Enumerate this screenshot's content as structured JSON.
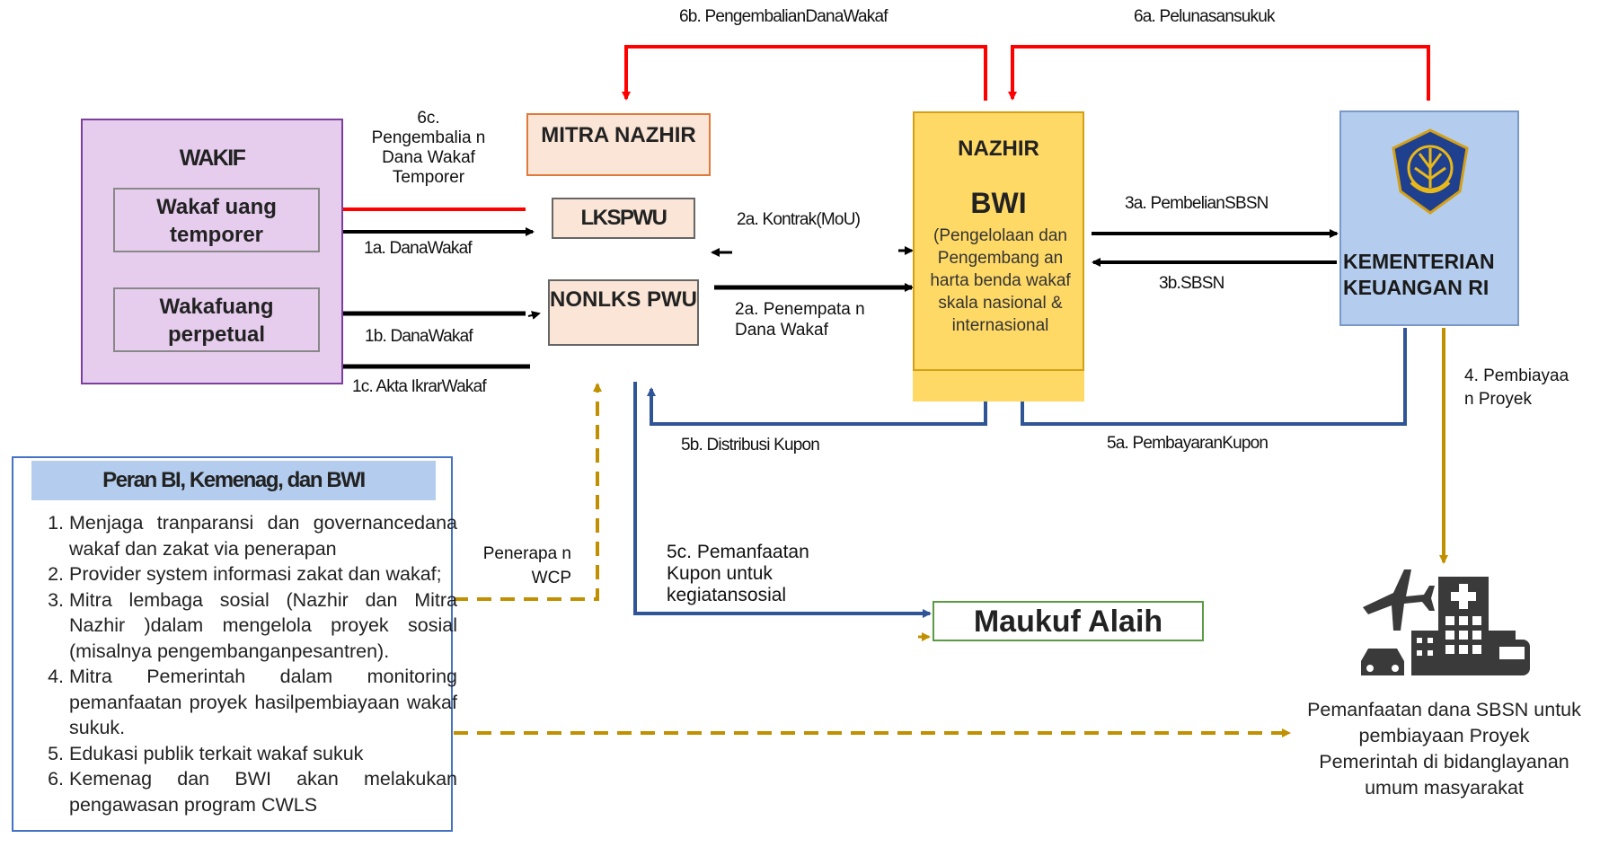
{
  "wakif": {
    "title": "WAKIF",
    "temporer": "Wakaf uang temporer",
    "perpetual": "Wakafuang perpetual"
  },
  "mitra_nazhir": {
    "title": "MITRA NAZHIR"
  },
  "lkspwu": {
    "label": "LKSPWU"
  },
  "nonlks": {
    "label": "NONLKS PWU"
  },
  "nazhir": {
    "title": "NAZHIR",
    "bwi": "BWI",
    "desc": "(Pengelolaan dan Pengembang an harta benda wakaf skala nasional & internasional"
  },
  "kemenkeu": {
    "title": "KEMENTERIAN KEUANGAN RI",
    "emblem": "kemenkeu-emblem-icon"
  },
  "flows": {
    "f6b": "6b. PengembalianDanaWakaf",
    "f6a": "6a. Pelunasansukuk",
    "f6c": "6c. Pengembalia n Dana Wakaf Temporer",
    "f1a": "1a. DanaWakaf",
    "f1b": "1b. DanaWakaf",
    "f1c": "1c. Akta IkrarWakaf",
    "f2a_kontrak": "2a. Kontrak(MoU)",
    "f2a_penempatan": "2a. Penempata n Dana Wakaf",
    "f3a": "3a. PembelianSBSN",
    "f3b": "3b.SBSN",
    "f4": "4. Pembiayaa n Proyek",
    "f5a": "5a. PembayaranKupon",
    "f5b": "5b. Distribusi Kupon",
    "f5c": "5c. Pemanfaatan Kupon untuk kegiatansosial",
    "wcp": "Penerapa n WCP"
  },
  "peran": {
    "title": "Peran BI, Kemenag, dan BWI",
    "items": [
      "Menjaga tranparansi dan governancedana  wakaf dan zakat via penerapan",
      "Provider system informasi zakat dan wakaf;",
      "Mitra lembaga sosial (Nazhir dan Mitra Nazhir )dalam mengelola proyek sosial (misalnya pengembanganpesantren).",
      "Mitra Pemerintah dalam monitoring pemanfaatan proyek hasilpembiayaan wakaf sukuk.",
      "Edukasi publik terkait wakaf sukuk",
      "Kemenag dan BWI akan melakukan pengawasan program CWLS"
    ]
  },
  "maukuf": {
    "label": "Maukuf Alaih"
  },
  "project": {
    "icon": "airplane-hospital-transport-icon",
    "caption": "Pemanfaatan dana SBSN untuk pembiayaan Proyek Pemerintah di bidanglayanan  umum masyarakat"
  },
  "colors": {
    "red": "#ff0000",
    "black": "#000000",
    "blue": "#2f5597",
    "gold": "#c09000"
  }
}
